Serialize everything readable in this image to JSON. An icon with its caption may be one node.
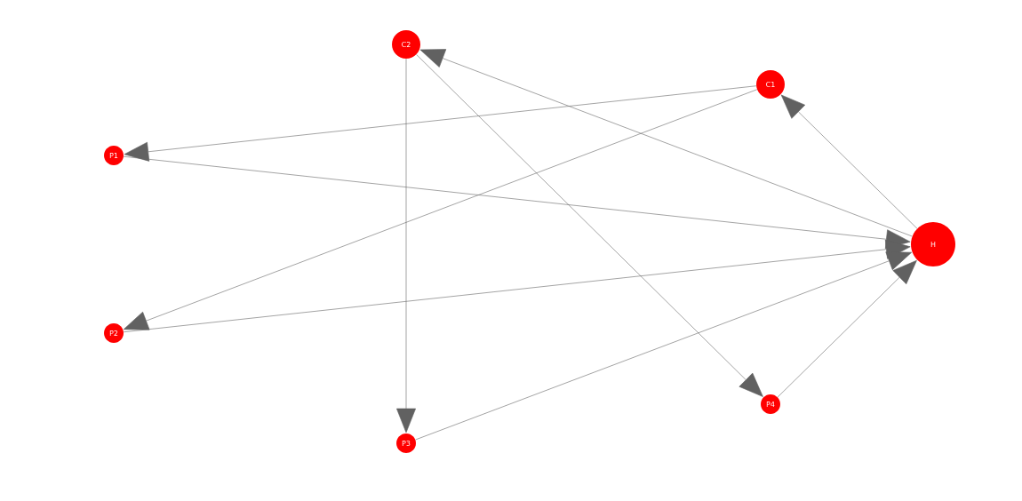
{
  "diagram": {
    "nodes": [
      {
        "text": [
          "C2"
        ]
      },
      {
        "text": [
          "C1"
        ]
      },
      {
        "text": [
          "P1"
        ]
      },
      {
        "text": [
          "H"
        ]
      },
      {
        "text": [
          "P2"
        ]
      },
      {
        "text": [
          "P4"
        ]
      },
      {
        "text": [
          "P3"
        ]
      }
    ],
    "edges": [
      {
        "from": 3,
        "to": 1,
        "arrow": "to"
      },
      {
        "from": 3,
        "to": 0,
        "arrow": "to"
      },
      {
        "from": 1,
        "to": 2,
        "arrow": "to"
      },
      {
        "from": 1,
        "to": 4,
        "arrow": "to"
      },
      {
        "from": 0,
        "to": 6,
        "arrow": "to"
      },
      {
        "from": 0,
        "to": 5,
        "arrow": "to"
      },
      {
        "from": 2,
        "to": 3,
        "arrow": "to"
      },
      {
        "from": 4,
        "to": 3,
        "arrow": "to"
      },
      {
        "from": 6,
        "to": 3,
        "arrow": "to"
      },
      {
        "from": 5,
        "to": 3,
        "arrow": "to"
      }
    ]
  }
}
